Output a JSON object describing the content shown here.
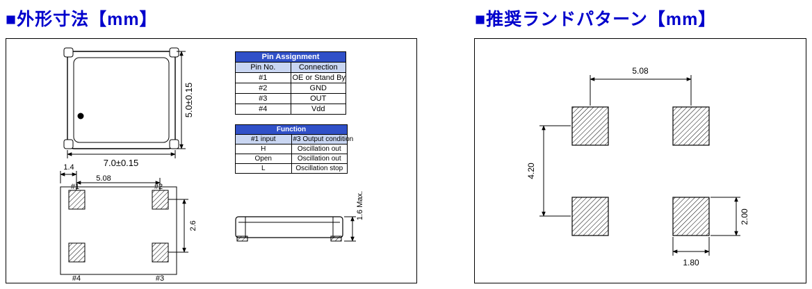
{
  "titles": {
    "left": "■外形寸法【mm】",
    "right": "■推奨ランドパターン【mm】"
  },
  "outline": {
    "dim_width": "7.0±0.15",
    "dim_height": "5.0±0.15",
    "pad_offset": "1.4",
    "pad_pitch": "5.08",
    "pad_row_gap": "2.6",
    "thickness": "1.6 Max.",
    "pads": {
      "p1": "#1",
      "p2": "#2",
      "p3": "#3",
      "p4": "#4"
    }
  },
  "pin_table": {
    "title": "Pin Assignment",
    "col1": "Pin No.",
    "col2": "Connection",
    "rows": [
      {
        "pin": "#1",
        "conn": "OE or Stand By"
      },
      {
        "pin": "#2",
        "conn": "GND"
      },
      {
        "pin": "#3",
        "conn": "OUT"
      },
      {
        "pin": "#4",
        "conn": "Vdd"
      }
    ]
  },
  "function_table": {
    "title": "Function",
    "col1": "#1 input",
    "col2": "#3 Output condition",
    "rows": [
      {
        "input": "H",
        "condition": "Oscillation out"
      },
      {
        "input": "Open",
        "condition": "Oscillation out"
      },
      {
        "input": "L",
        "condition": "Oscillation stop"
      }
    ]
  },
  "land_pattern": {
    "pitch_x": "5.08",
    "pitch_y": "4.20",
    "pad_height": "2.00",
    "pad_width": "1.80"
  },
  "colors": {
    "accent_blue": "#0000cc",
    "table_header": "#3050c8",
    "table_subheader": "#c9d6f2"
  }
}
